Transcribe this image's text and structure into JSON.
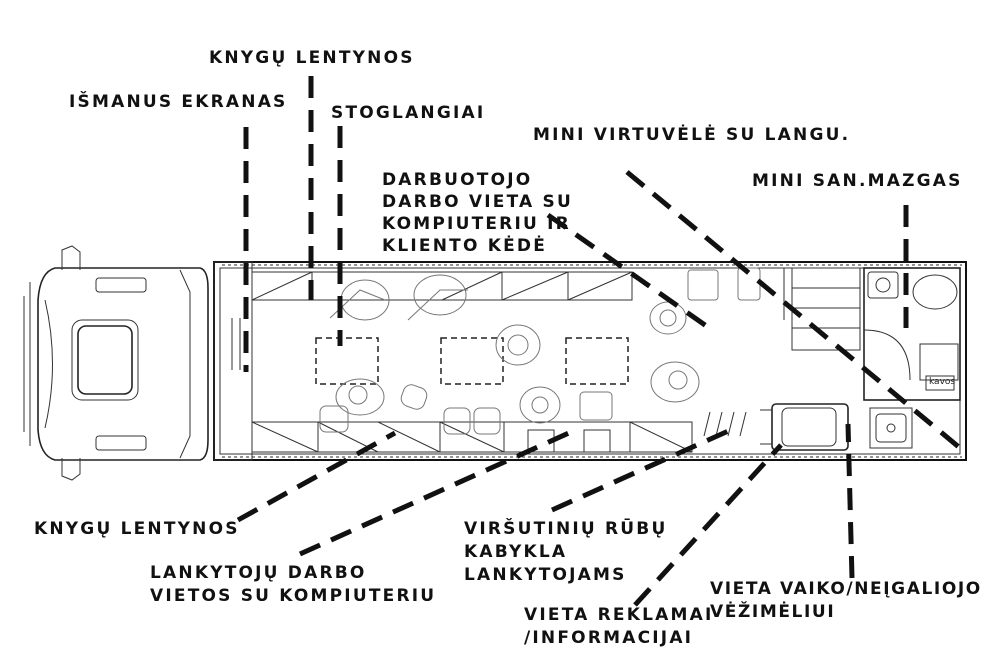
{
  "labels": {
    "knygu_top": "KNYGŲ LENTYNOS",
    "ekranas": "IŠMANUS EKRANAS",
    "stoglangiai": "STOGLANGIAI",
    "virtuve": "MINI VIRTUVĖLĖ SU LANGU.",
    "sanmazgas": "MINI SAN.MAZGAS",
    "darbuotojo": [
      "DARBUOTOJO",
      "DARBO VIETA SU",
      "KOMPIUTERIU IR",
      "KLIENTO KĖDĖ"
    ],
    "knygu_bottom": "KNYGŲ LENTYNOS",
    "lankytoju": [
      "LANKYTOJŲ DARBO",
      "VIETOS SU KOMPIUTERIU"
    ],
    "rubu": [
      "VIRŠUTINIŲ RŪBŲ",
      "KABYKLA",
      "LANKYTOJAMS"
    ],
    "reklama": [
      "VIETA REKLAMAI",
      "/INFORMACIJAI"
    ],
    "vezimelis": [
      "VIETA VAIKO/NEĮGALIOJO",
      "VĖŽIMĖLIUI"
    ]
  },
  "plan_text": {
    "kavos": "kavos"
  }
}
